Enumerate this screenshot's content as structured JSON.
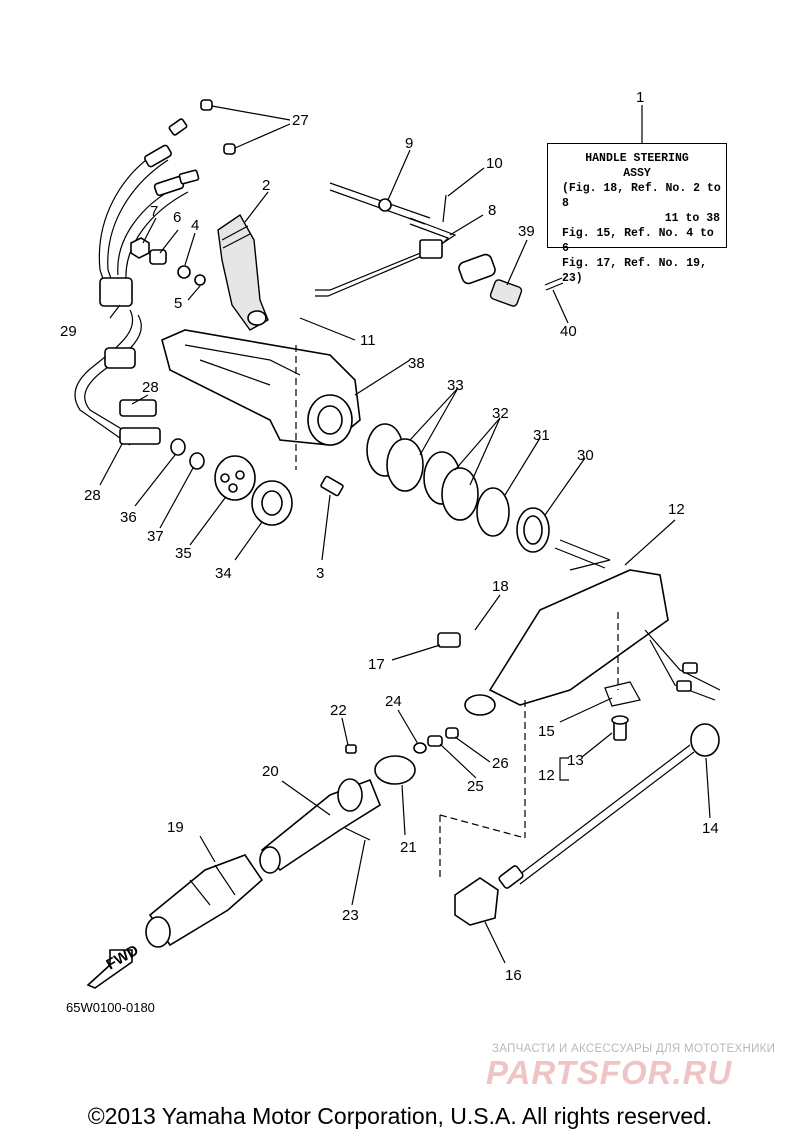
{
  "diagram": {
    "labels": {
      "p1": "1",
      "p2": "2",
      "p3": "3",
      "p4": "4",
      "p5": "5",
      "p6": "6",
      "p7": "7",
      "p8": "8",
      "p9": "9",
      "p10": "10",
      "p11": "11",
      "p12": "12",
      "p12b": "12",
      "p13": "13",
      "p14": "14",
      "p15": "15",
      "p16": "16",
      "p17": "17",
      "p18": "18",
      "p19": "19",
      "p20": "20",
      "p21": "21",
      "p22": "22",
      "p23": "23",
      "p24": "24",
      "p25": "25",
      "p26": "26",
      "p27": "27",
      "p28a": "28",
      "p28b": "28",
      "p29": "29",
      "p30": "30",
      "p31": "31",
      "p32": "32",
      "p33": "33",
      "p34": "34",
      "p35": "35",
      "p36": "36",
      "p37": "37",
      "p38": "38",
      "p39": "39",
      "p40": "40"
    },
    "fwd_label": "FWD",
    "note_box": {
      "title": "HANDLE STEERING",
      "title2": "ASSY",
      "line1": "(Fig. 18, Ref. No. 2 to 8",
      "line2": "11 to 38",
      "line3": "Fig. 15, Ref. No. 4 to 6",
      "line4": "Fig. 17, Ref. No. 19, 23)"
    },
    "code": "65W0100-0180"
  },
  "watermark": {
    "tagline": "ЗАПЧАСТИ И АКСЕССУАРЫ ДЛЯ МОТОТЕХНИКИ",
    "logo": "PARTSFOR.RU"
  },
  "copyright": "©2013 Yamaha Motor Corporation, U.S.A. All rights reserved."
}
